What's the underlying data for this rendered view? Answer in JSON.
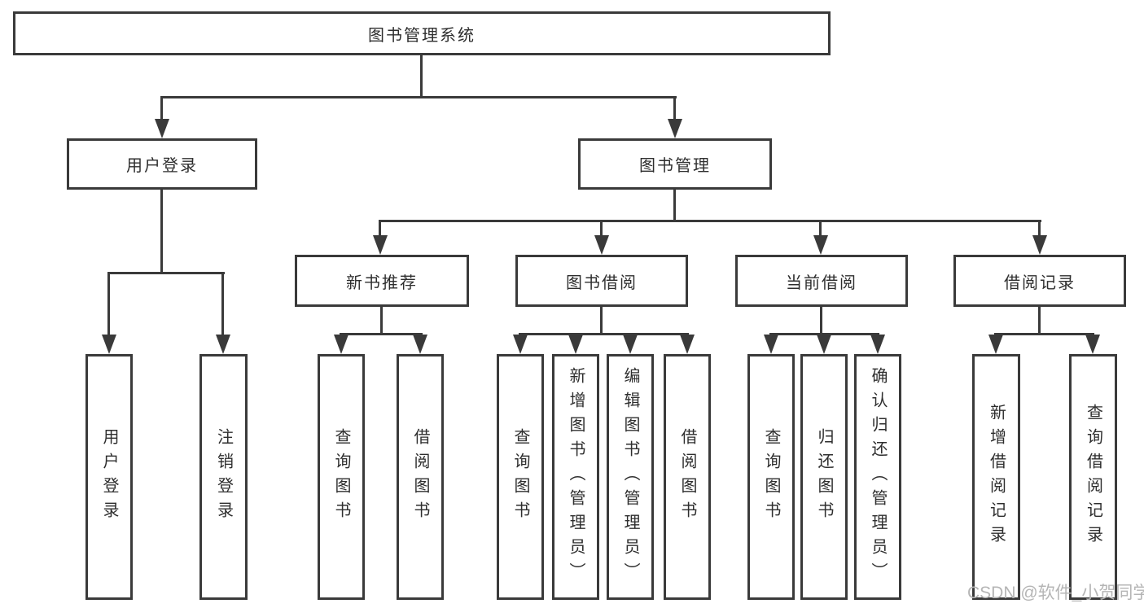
{
  "colors": {
    "line": "#3a3a3a",
    "box_border": "#3a3a3a",
    "text": "#2e2e2e",
    "watermark": "#b5b5b5",
    "background": "#ffffff"
  },
  "watermark": "CSDN @软件_小贺同学",
  "tree": {
    "root": {
      "label": "图书管理系统"
    },
    "children": [
      {
        "label": "用户登录",
        "children": [
          {
            "label": "用户登录"
          },
          {
            "label": "注销登录"
          }
        ]
      },
      {
        "label": "图书管理",
        "children": [
          {
            "label": "新书推荐",
            "children": [
              {
                "label": "查询图书"
              },
              {
                "label": "借阅图书"
              }
            ]
          },
          {
            "label": "图书借阅",
            "children": [
              {
                "label": "查询图书"
              },
              {
                "label": "新增图书（管理员）"
              },
              {
                "label": "编辑图书（管理员）"
              },
              {
                "label": "借阅图书"
              }
            ]
          },
          {
            "label": "当前借阅",
            "children": [
              {
                "label": "查询图书"
              },
              {
                "label": "归还图书"
              },
              {
                "label": "确认归还（管理员）"
              }
            ]
          },
          {
            "label": "借阅记录",
            "children": [
              {
                "label": "新增借阅记录"
              },
              {
                "label": "查询借阅记录"
              }
            ]
          }
        ]
      }
    ]
  }
}
